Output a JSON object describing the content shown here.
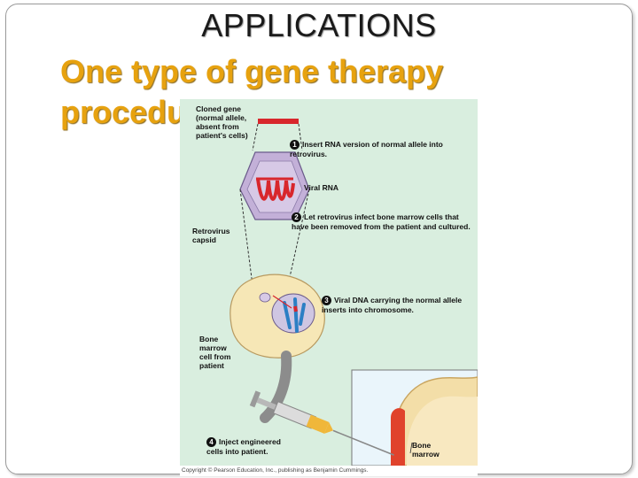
{
  "slide": {
    "title": "APPLICATIONS",
    "subtitle": "One type of gene therapy procedure"
  },
  "figure": {
    "labels": {
      "cloned_gene": "Cloned gene (normal allele, absent from patient's cells)",
      "step1": "Insert RNA version of normal allele into retrovirus.",
      "viral_rna": "Viral RNA",
      "step2": "Let retrovirus infect bone marrow cells that have been removed from the patient and cultured.",
      "retrovirus_capsid": "Retrovirus capsid",
      "step3": "Viral DNA carrying the normal allele inserts into chromosome.",
      "bone_marrow_cell": "Bone marrow cell from patient",
      "step4": "Inject engineered cells into patient.",
      "bone_marrow": "Bone marrow"
    },
    "step_numbers": [
      "1",
      "2",
      "3",
      "4"
    ],
    "copyright": "Copyright © Pearson Education, Inc., publishing as Benjamin Cummings."
  },
  "colors": {
    "subtitle": "#e7a20f",
    "figure_background": "#d9eedf",
    "gene_red": "#d8262c",
    "capsid_purple": "#c3b0d8",
    "cell_tan": "#f6e7b6",
    "dna_blue": "#2c7fc4",
    "syringe_gold": "#f0b73a"
  }
}
